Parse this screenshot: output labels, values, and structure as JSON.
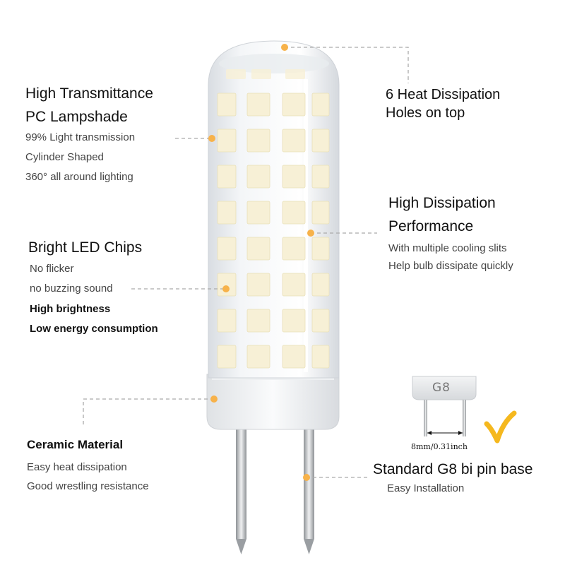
{
  "lampshade": {
    "title_line1": "High Transmittance",
    "title_line2": "PC Lampshade",
    "points": [
      "99% Light transmission",
      "Cylinder Shaped",
      "360° all around lighting"
    ]
  },
  "heat_holes": {
    "line1": "6 Heat Dissipation",
    "line2": "Holes on top"
  },
  "dissipation": {
    "title_line1": "High Dissipation",
    "title_line2": "Performance",
    "points": [
      "With multiple cooling slits",
      "Help bulb dissipate quickly"
    ]
  },
  "led_chips": {
    "title": "Bright LED Chips",
    "points": [
      "No flicker",
      "no buzzing sound"
    ],
    "bold_points": [
      "High brightness",
      "Low energy consumption"
    ]
  },
  "ceramic": {
    "title": "Ceramic Material",
    "points": [
      "Easy heat dissipation",
      "Good wrestling resistance"
    ]
  },
  "base": {
    "title": "Standard G8 bi pin base",
    "subtitle": "Easy Installation",
    "label": "G8",
    "dimension": "8mm/0.31inch"
  },
  "colors": {
    "accent_dot": "#f7b24a",
    "check_mark": "#f5b81e",
    "dash_line": "#aaaaaa",
    "led_chip": "#f7f0d6"
  }
}
